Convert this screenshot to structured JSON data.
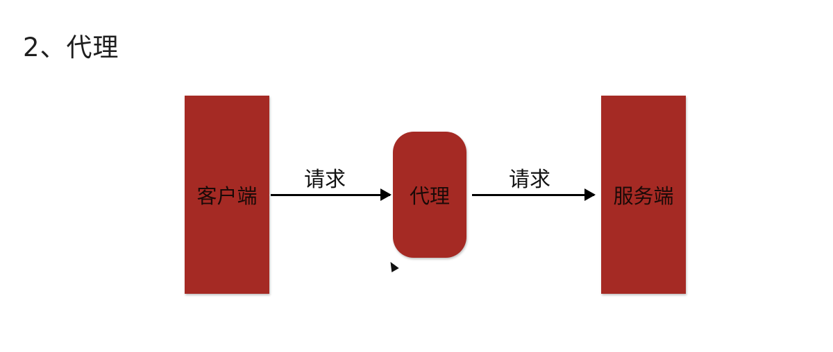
{
  "page": {
    "title": "2、代理"
  },
  "diagram": {
    "nodes": [
      {
        "id": "client",
        "label": "客户端"
      },
      {
        "id": "proxy",
        "label": "代理"
      },
      {
        "id": "server",
        "label": "服务端"
      }
    ],
    "edges": [
      {
        "from": "client",
        "to": "proxy",
        "label": "请求"
      },
      {
        "from": "proxy",
        "to": "server",
        "label": "请求"
      }
    ],
    "colors": {
      "node_fill": "#a52a24",
      "arrow": "#000000"
    }
  }
}
